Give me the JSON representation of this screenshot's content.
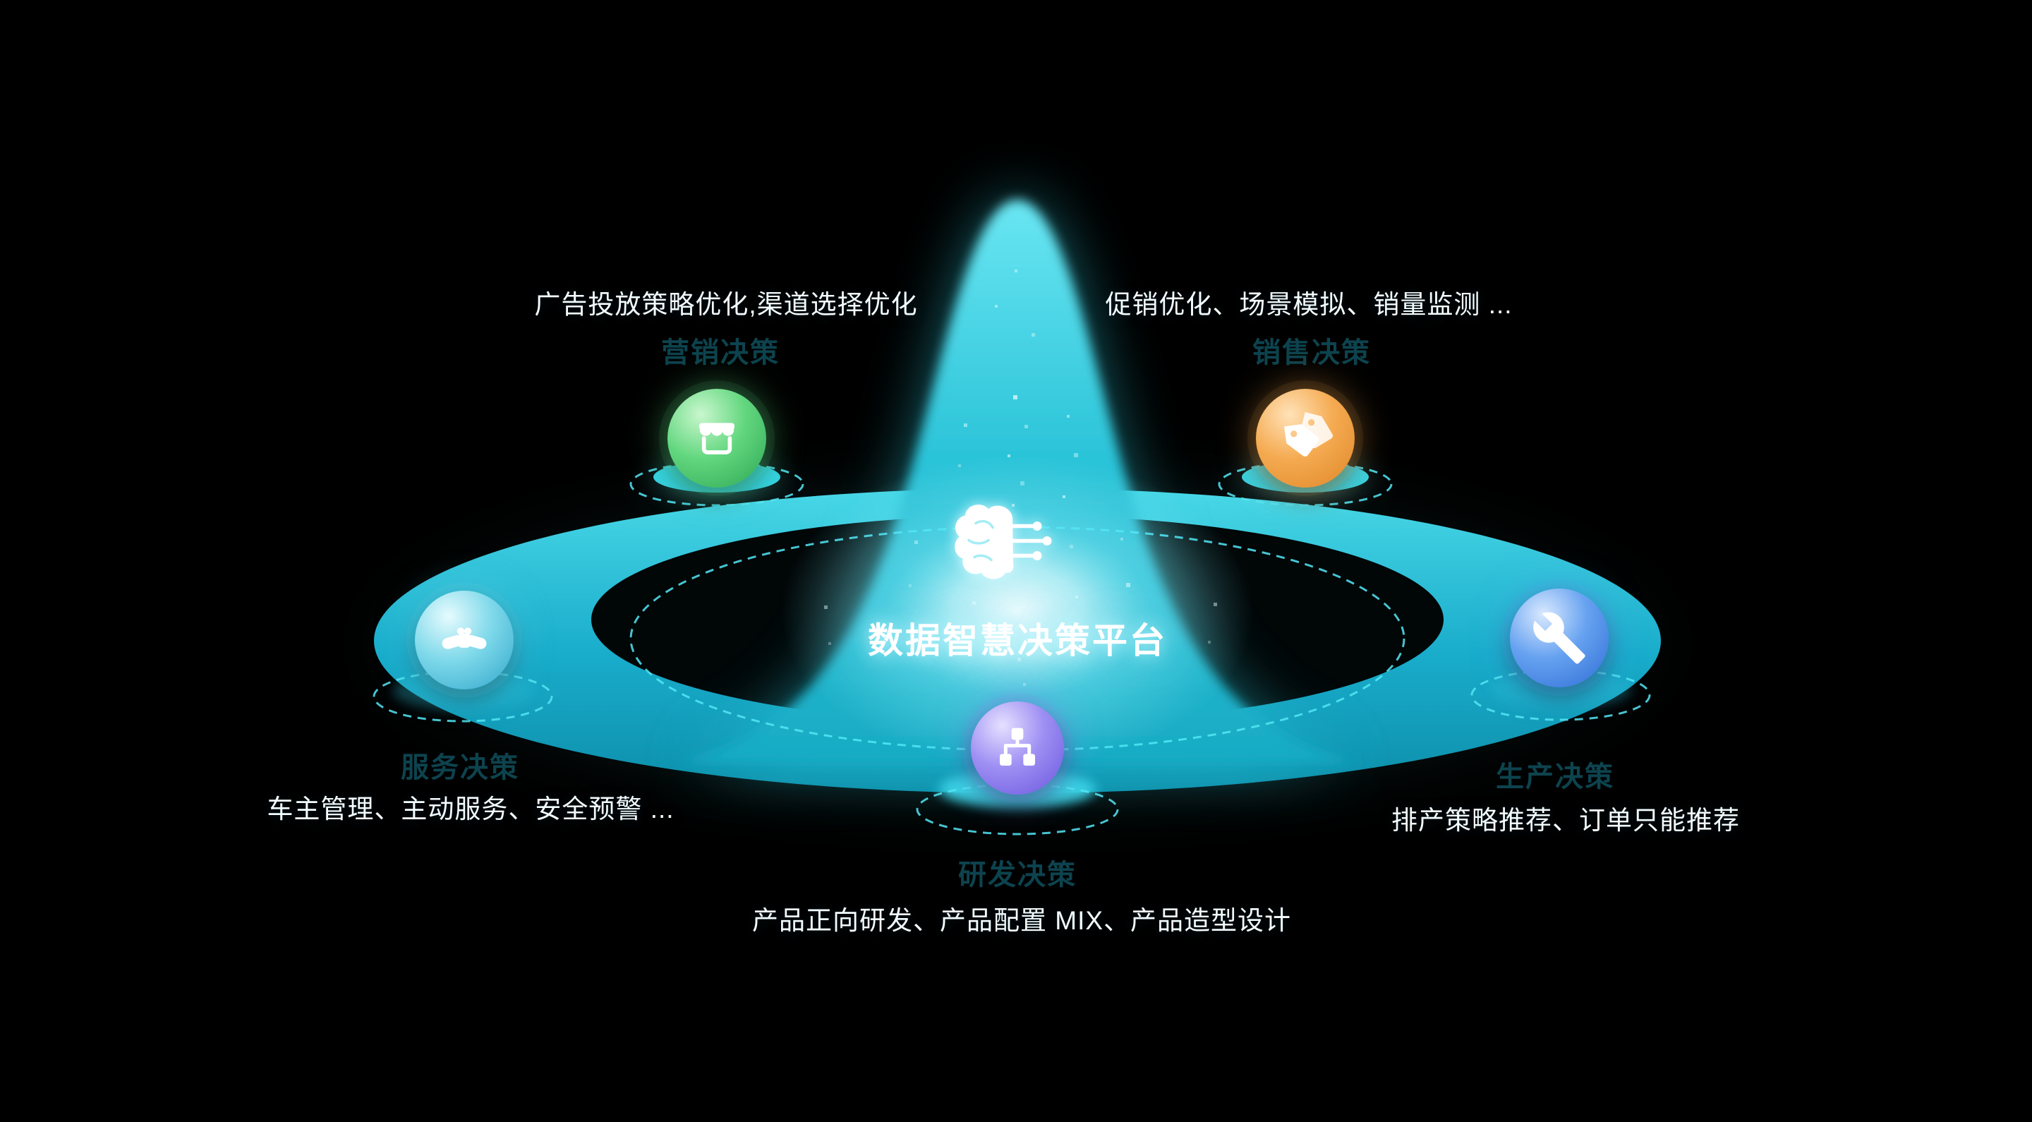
{
  "platform": {
    "title": "数据智慧决策平台",
    "center_icon": "brain-circuit-icon"
  },
  "nodes": [
    {
      "name": "marketing",
      "label": "营销决策",
      "desc": "广告投放策略优化,渠道选择优化",
      "icon": "storefront-icon",
      "accent": "#45c768"
    },
    {
      "name": "sales",
      "label": "销售决策",
      "desc": "促销优化、场景模拟、销量监测 ...",
      "icon": "price-tags-icon",
      "accent": "#f09c42"
    },
    {
      "name": "service",
      "label": "服务决策",
      "desc": "车主管理、主动服务、安全预警 ...",
      "icon": "handshake-icon",
      "accent": "#5cc8e0"
    },
    {
      "name": "production",
      "label": "生产决策",
      "desc": "排产策略推荐、订单只能推荐",
      "icon": "wrench-icon",
      "accent": "#477fe0"
    },
    {
      "name": "rnd",
      "label": "研发决策",
      "desc": "产品正向研发、产品配置 MIX、产品造型设计",
      "icon": "org-chart-icon",
      "accent": "#8374ec"
    }
  ],
  "colors": {
    "background": "#000000",
    "platform_teal": "#21bcd2",
    "glow_cyan": "#7deef9",
    "dashed_ring": "#53e6f4"
  }
}
